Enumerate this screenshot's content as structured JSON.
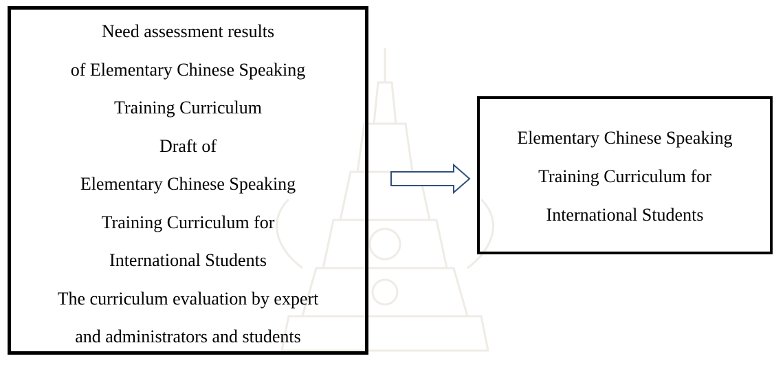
{
  "left_box": {
    "lines": [
      "Need assessment results",
      "of Elementary Chinese Speaking",
      "Training Curriculum",
      "Draft of",
      "Elementary Chinese Speaking",
      "Training Curriculum for",
      "International Students",
      "The curriculum evaluation by expert",
      "and administrators and students"
    ]
  },
  "right_box": {
    "lines": [
      "Elementary Chinese Speaking",
      "Training Curriculum for",
      "International Students"
    ]
  },
  "colors": {
    "border": "#000000",
    "arrow_outline": "#2e4f7d",
    "text": "#000000"
  }
}
